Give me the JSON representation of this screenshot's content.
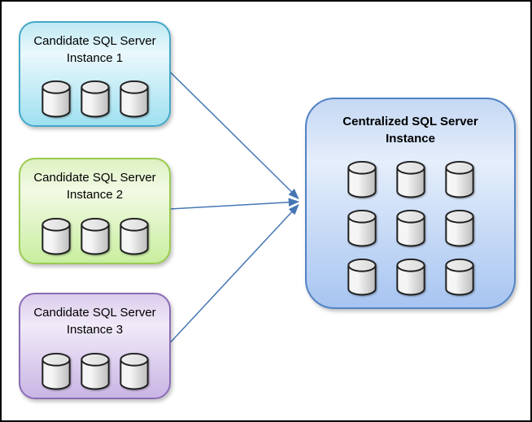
{
  "frame": {
    "background": "#ffffff",
    "border_color": "#000000"
  },
  "nodes": [
    {
      "id": "candidate-1",
      "title_line1": "Candidate SQL Server",
      "title_line2": "Instance 1",
      "db_count": 3,
      "border_color": "#44A8C7",
      "fill_top": "#BFE9F3",
      "fill_mid": "#EAF8FC",
      "fill_bottom": "#9FE0F0"
    },
    {
      "id": "candidate-2",
      "title_line1": "Candidate SQL Server",
      "title_line2": "Instance 2",
      "db_count": 3,
      "border_color": "#9BCB53",
      "fill_top": "#DDF1C1",
      "fill_mid": "#F2FAE5",
      "fill_bottom": "#C9EE9F"
    },
    {
      "id": "candidate-3",
      "title_line1": "Candidate SQL Server",
      "title_line2": "Instance 3",
      "db_count": 3,
      "border_color": "#8A6DB4",
      "fill_top": "#DBCCEC",
      "fill_mid": "#F0EAF8",
      "fill_bottom": "#CAB5E5"
    },
    {
      "id": "central",
      "title_line1": "Centralized SQL Server",
      "title_line2": "Instance",
      "db_count": 9,
      "border_color": "#5383C4",
      "fill_top": "#C5D8F3",
      "fill_mid": "#E5EEFB",
      "fill_bottom": "#A7C5F1"
    }
  ],
  "connectors": {
    "color": "#4576B4",
    "links": [
      {
        "from": "candidate-1",
        "to": "central"
      },
      {
        "from": "candidate-2",
        "to": "central"
      },
      {
        "from": "candidate-3",
        "to": "central"
      }
    ]
  },
  "database_icon": {
    "outline_color": "#1E1E1E",
    "fill_light": "#F5F5F5",
    "fill_dark": "#BDBDBD",
    "top_fill_light": "#F0F0F0",
    "top_fill_dark": "#DCDCDC"
  }
}
